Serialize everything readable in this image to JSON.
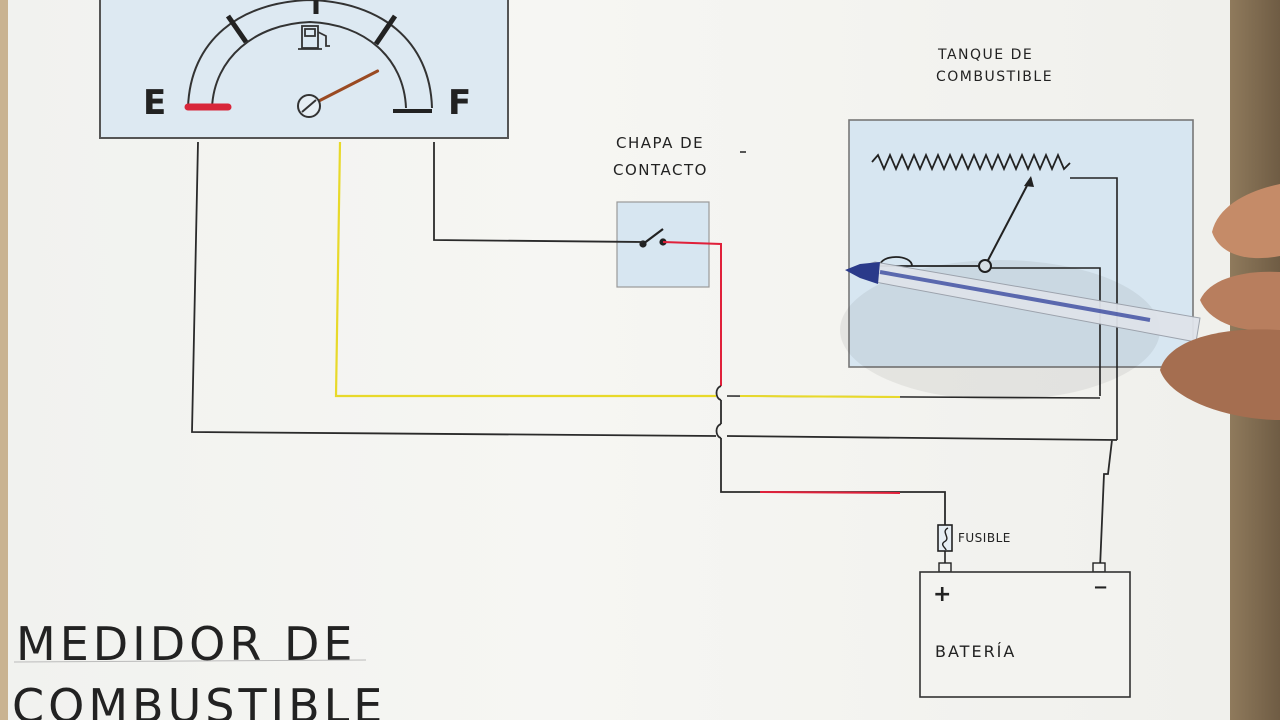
{
  "gauge": {
    "empty_label": "E",
    "full_label": "F",
    "needle_level": 0.85,
    "icon": "fuel-pump-icon"
  },
  "ignition": {
    "line1": "CHAPA DE",
    "line2": "CONTACTO"
  },
  "tank": {
    "line1": "TANQUE  DE",
    "line2": "COMBUSTIBLE"
  },
  "fuse": {
    "label": "FUSIBLE"
  },
  "battery": {
    "label": "BATERÍA",
    "plus": "+",
    "minus": "−"
  },
  "title": {
    "line1": "MEDIDOR DE",
    "line2": "COMBUSTIBLE"
  },
  "colors": {
    "gauge_face": "#dde9f2",
    "panel_fill": "#d7e6f1",
    "wire_black": "#2a2a2a",
    "wire_yellow": "#e8d92a",
    "wire_red": "#e0203a",
    "needle": "#9a4a22",
    "empty_mark": "#d8263a"
  }
}
